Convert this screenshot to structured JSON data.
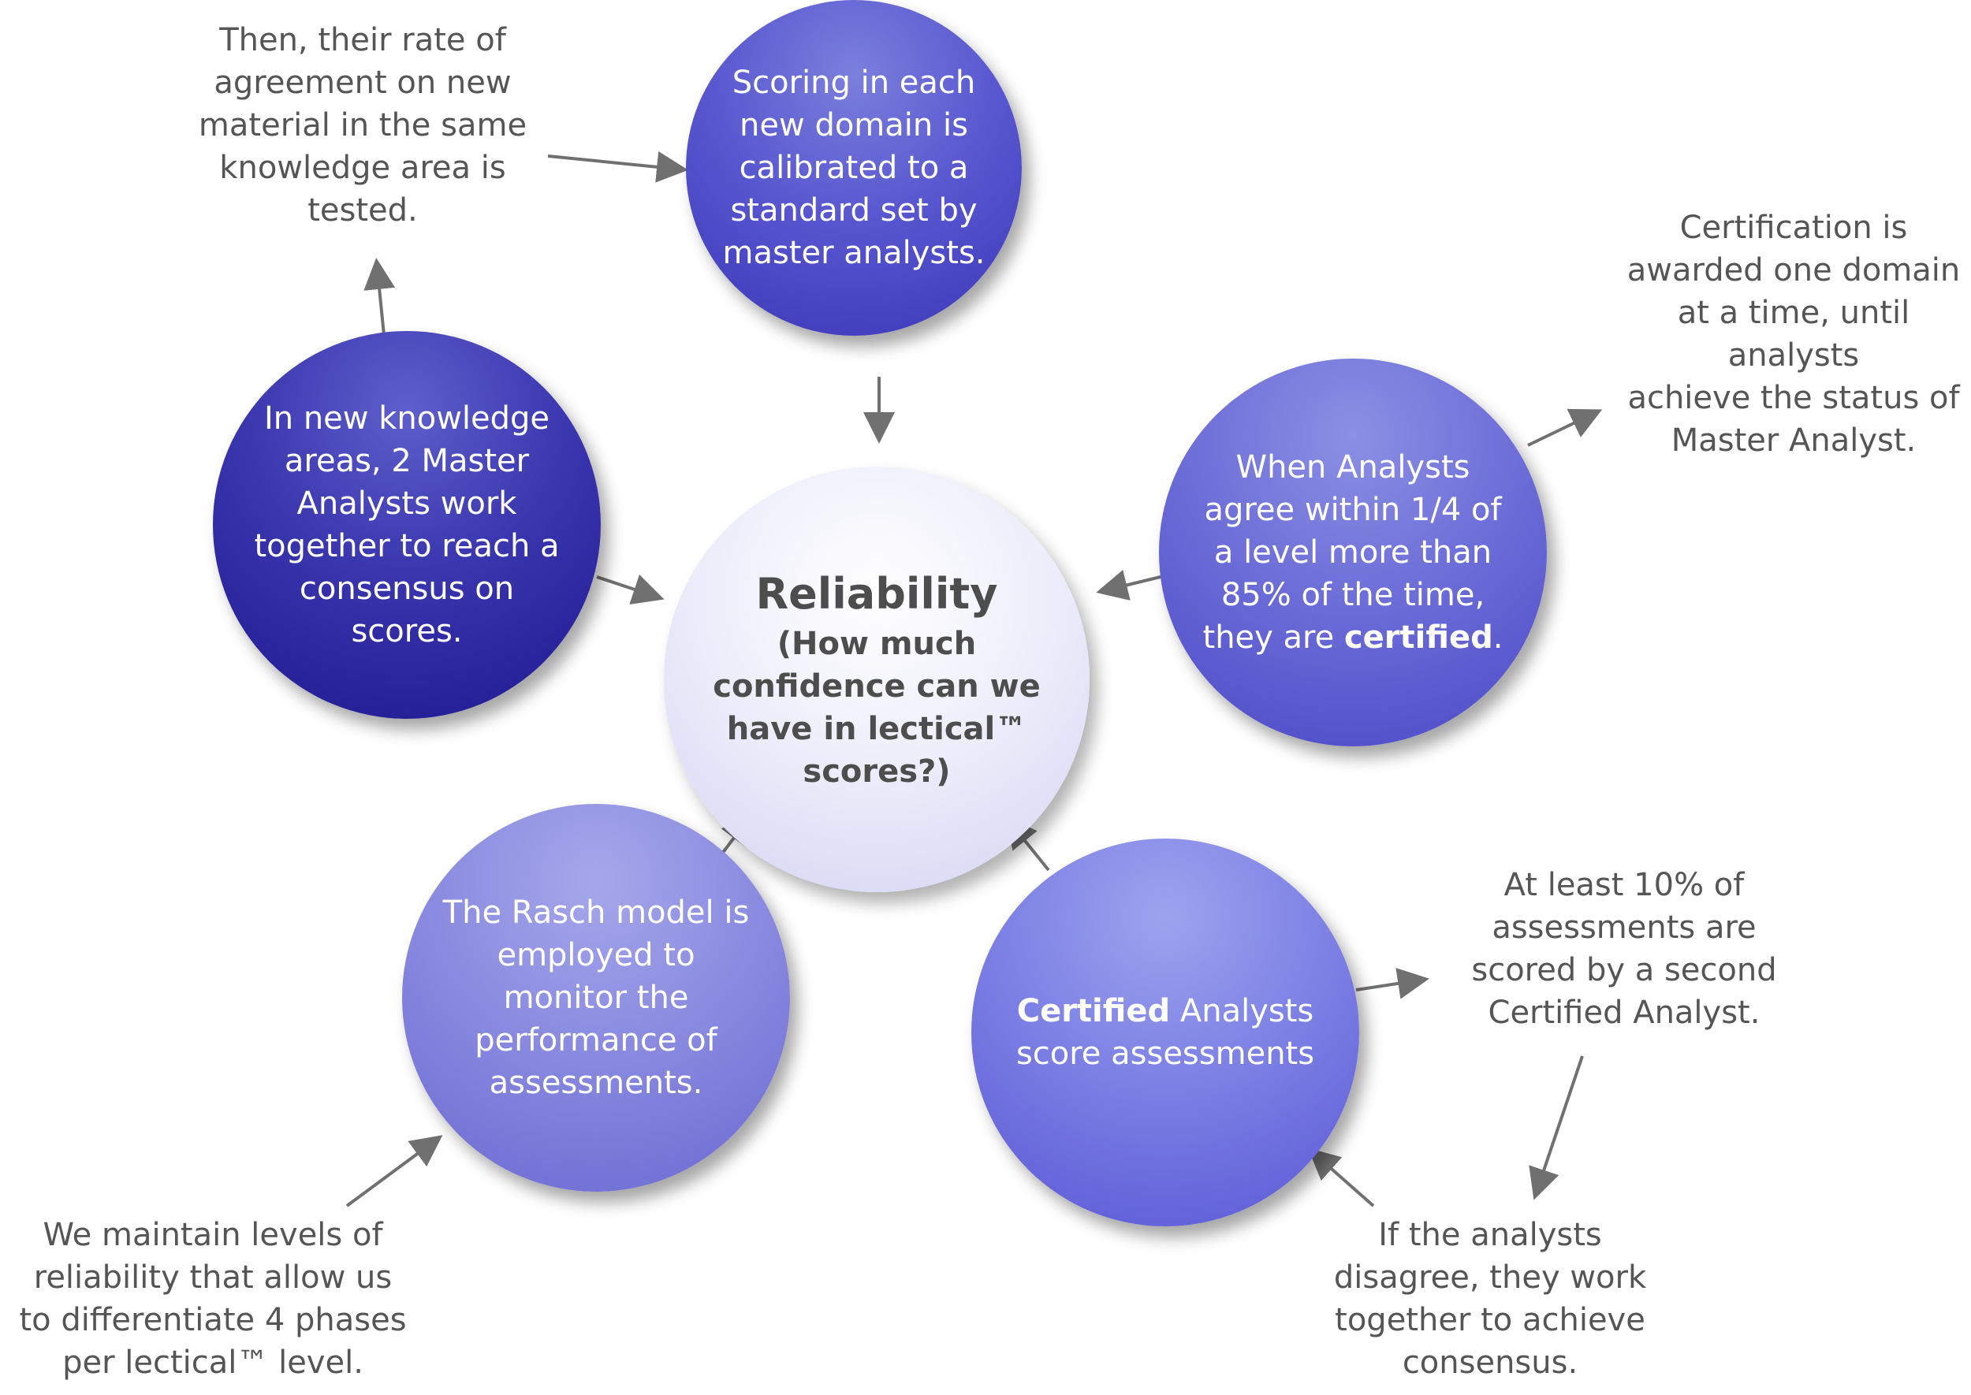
{
  "colors": {
    "arrow": "#707070",
    "note_text": "#555555",
    "circle_text": "#ffffff",
    "center_text": "#4d4d4d"
  },
  "center": {
    "title": "Reliability",
    "subtitle": "(How much\nconfidence can we\nhave in lectical™\nscores?)"
  },
  "circles": {
    "scoring": "Scoring in each\nnew domain is\ncalibrated to a\nstandard set by\nmaster analysts.",
    "master": "In new knowledge\nareas, 2 Master\nAnalysts work\ntogether to reach a\nconsensus on\nscores.",
    "analysts_pre": "When Analysts\nagree within 1/4 of\na level more than\n85% of the time,\nthey are ",
    "analysts_bold": "certified",
    "analysts_post": ".",
    "rasch": "The Rasch model is\nemployed to\nmonitor the\nperformance of\nassessments.",
    "certified_bold": "Certified",
    "certified_rest": " Analysts\nscore assessments"
  },
  "notes": {
    "then": "Then, their rate of\nagreement on new\nmaterial in the same\nknowledge area is\ntested.",
    "certification": "Certification is\nawarded one domain\nat a time, until analysts\nachieve the status of\nMaster Analyst.",
    "at_least": "At least 10% of\nassessments are\nscored by a second\nCertified Analyst.",
    "disagree": "If the analysts\ndisagree, they work\ntogether to achieve\nconsensus.",
    "maintain": "We maintain levels of\nreliability that allow us\nto differentiate 4 phases\nper lectical™ level."
  }
}
